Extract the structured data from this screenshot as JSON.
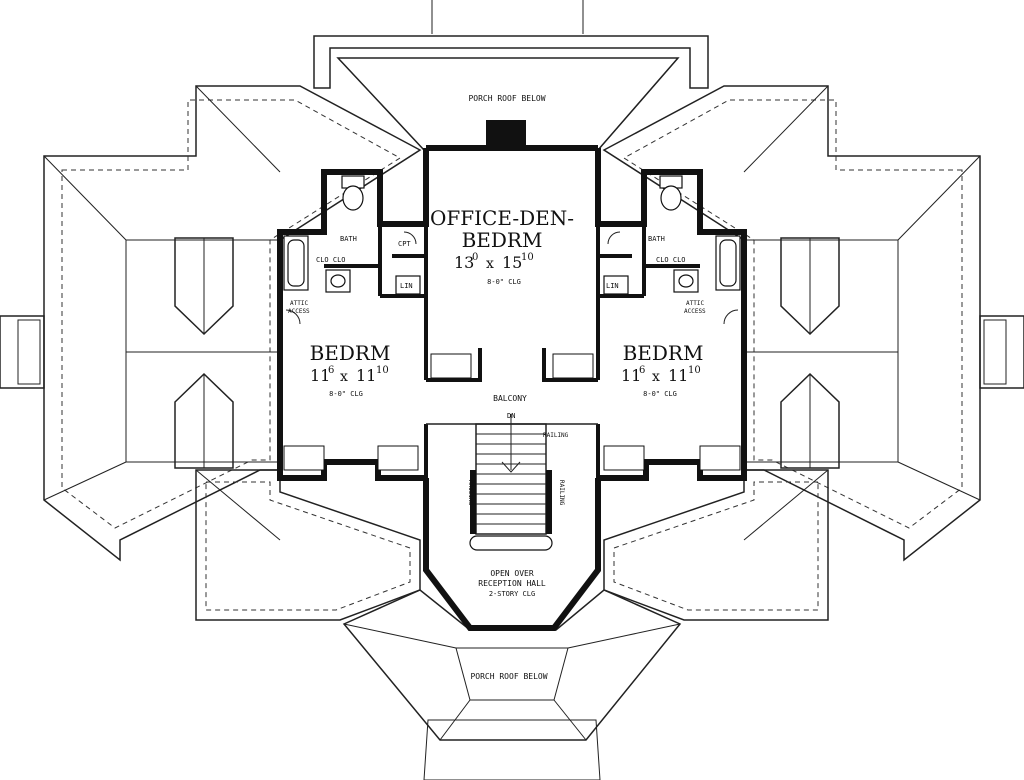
{
  "plan": {
    "porch_roof_top": "PORCH ROOF BELOW",
    "porch_roof_bottom": "PORCH ROOF BELOW",
    "office": {
      "name_line1": "OFFICE-DEN-",
      "name_line2": "BEDRM",
      "dim_a": "13",
      "dim_a_sup": "0",
      "dim_b": "15",
      "dim_b_sup": "10",
      "x": "x",
      "ceiling": "8-0\" CLG"
    },
    "bedroom_left": {
      "name": "BEDRM",
      "dim_a": "11",
      "dim_a_sup": "6",
      "dim_b": "11",
      "dim_b_sup": "10",
      "x": "x",
      "ceiling": "8-0\" CLG"
    },
    "bedroom_right": {
      "name": "BEDRM",
      "dim_a": "11",
      "dim_a_sup": "6",
      "dim_b": "11",
      "dim_b_sup": "10",
      "x": "x",
      "ceiling": "8-0\" CLG"
    },
    "bath_left": "BATH",
    "bath_right": "BATH",
    "clo_left": "CLO CLO",
    "clo_right": "CLO CLO",
    "cpt": "CPT",
    "lin_left": "LIN",
    "lin_right": "LIN",
    "attic_left_1": "ATTIC",
    "attic_left_2": "ACCESS",
    "attic_right_1": "ATTIC",
    "attic_right_2": "ACCESS",
    "balcony": "BALCONY",
    "dn": "DN",
    "railing_top": "RAILING",
    "railing_left": "RAILING",
    "railing_right": "RAILING",
    "open_over_1": "OPEN OVER",
    "open_over_2": "RECEPTION HALL",
    "open_over_3": "2-STORY CLG"
  }
}
